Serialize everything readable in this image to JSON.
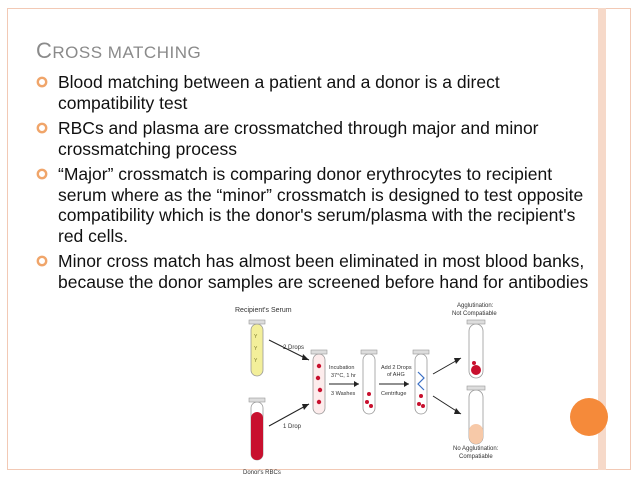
{
  "slide": {
    "title_cap": "C",
    "title_rest": "ROSS MATCHING",
    "bullets": [
      "Blood matching between a patient and a donor is a direct compatibility test",
      "RBCs and plasma are crossmatched through major and minor crossmatching process",
      "“Major” crossmatch is comparing donor erythrocytes to recipient serum where as the “minor” crossmatch is designed to test opposite compatibility which is the donor's serum/plasma with the recipient's red cells.",
      "Minor cross match has almost been eliminated in most blood banks, because the donor samples are screened before hand for antibodies"
    ]
  },
  "diagram": {
    "recipients_serum": "Recipient's Serum",
    "donors_rbcs": "Donor's RBCs",
    "two_drops": "2 Drops",
    "one_drop": "1 Drop",
    "incubation_1": "Incubation",
    "incubation_2": "37°C, 1 hr",
    "three_washes": "3 Washes",
    "add_drops_1": "Add 2 Drops",
    "add_drops_2": "of AHG",
    "centrifuge": "Centrifuge",
    "agglutination_1": "Agglutination:",
    "agglutination_2": "Not Compatiable",
    "no_agglutination_1": "No Agglutination:",
    "no_agglutination_2": "Compatiable"
  },
  "colors": {
    "accent_orange": "#f58a3a",
    "bullet_orange": "#f0a56a",
    "border_peach": "#f2c9b5",
    "blood_red": "#c8102e",
    "serum_yellow": "#f3ef9a"
  }
}
